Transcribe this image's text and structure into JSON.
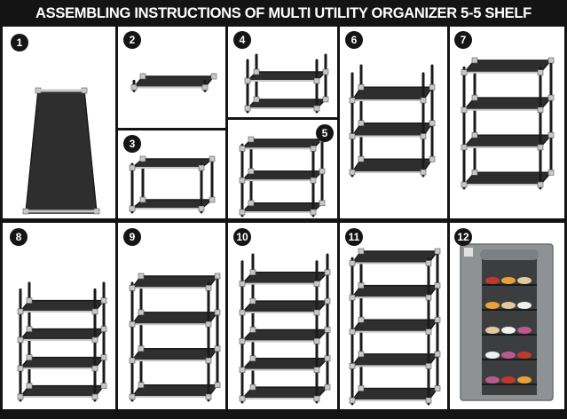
{
  "title": "ASSEMBLING INSTRUCTIONS OF MULTI UTILITY ORGANIZER 5-5 SHELF",
  "steps": [
    {
      "number": "1",
      "shelves": 1,
      "posts": "none"
    },
    {
      "number": "2",
      "shelves": 1,
      "posts": "up"
    },
    {
      "number": "3",
      "shelves": 2,
      "posts": "frame"
    },
    {
      "number": "4",
      "shelves": 2,
      "posts": "up"
    },
    {
      "number": "5",
      "shelves": 3,
      "posts": "frame"
    },
    {
      "number": "6",
      "shelves": 3,
      "posts": "up"
    },
    {
      "number": "7",
      "shelves": 4,
      "posts": "frame"
    },
    {
      "number": "8",
      "shelves": 4,
      "posts": "up"
    },
    {
      "number": "9",
      "shelves": 4,
      "posts": "frame"
    },
    {
      "number": "10",
      "shelves": 5,
      "posts": "up"
    },
    {
      "number": "11",
      "shelves": 5,
      "posts": "frame"
    },
    {
      "number": "12",
      "shelves": 5,
      "posts": "cover"
    }
  ],
  "colors": {
    "background": "#141414",
    "panel": "#ffffff",
    "shelf_fabric": "#2e2e2e",
    "shelf_top": "#3a3a3a",
    "pole": "#1a1a1a",
    "connector": "#c8c8c8",
    "cover": "#8f9294",
    "shoe_colors": [
      "#c0392b",
      "#e8a13a",
      "#e2c9a0",
      "#f0f0f0",
      "#b85a8a"
    ]
  }
}
